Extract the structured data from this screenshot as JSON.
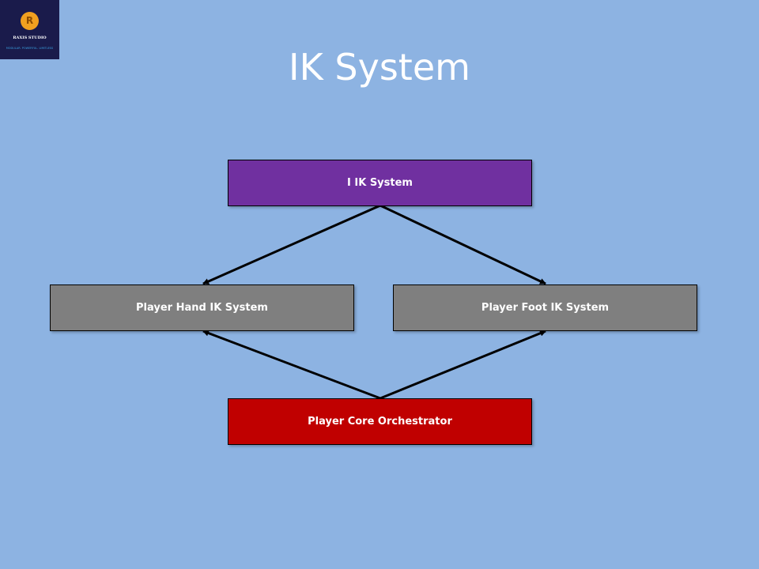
{
  "logo": {
    "name": "RAXIS STUDIO",
    "tagline": "MODULAR. POWERFUL. LIMITLESS"
  },
  "title": "IK System",
  "nodes": {
    "ik_system": {
      "label": "I IK System",
      "color": "#7030a0"
    },
    "hand": {
      "label": "Player Hand IK System",
      "color": "#7f7f7f"
    },
    "foot": {
      "label": "Player Foot IK System",
      "color": "#7f7f7f"
    },
    "core": {
      "label": "Player Core Orchestrator",
      "color": "#c00000"
    }
  },
  "edges": [
    {
      "from": "ik_system",
      "to": "hand"
    },
    {
      "from": "ik_system",
      "to": "foot"
    },
    {
      "from": "core",
      "to": "hand"
    },
    {
      "from": "core",
      "to": "foot"
    }
  ]
}
